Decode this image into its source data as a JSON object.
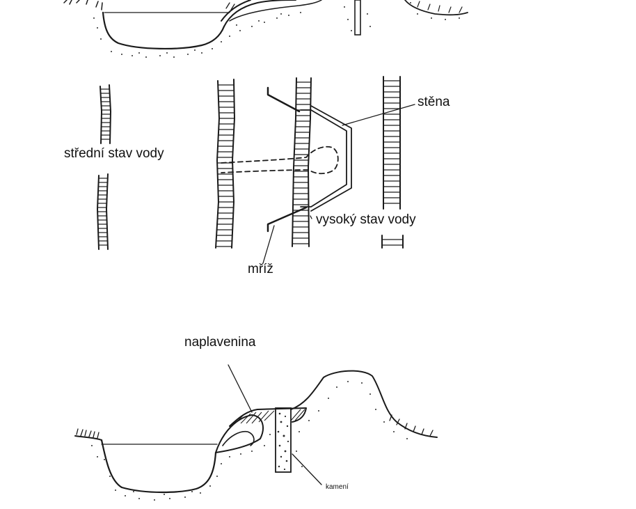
{
  "labels": {
    "stena": "stěna",
    "stredni_stav_vody": "střední stav vody",
    "vysoky_stav_vody": "vysoký stav vody",
    "mriz": "mříž",
    "naplavenina": "naplavenina",
    "kameni": "kamení"
  },
  "colors": {
    "ink": "#1a1a1a",
    "background": "#ffffff"
  }
}
